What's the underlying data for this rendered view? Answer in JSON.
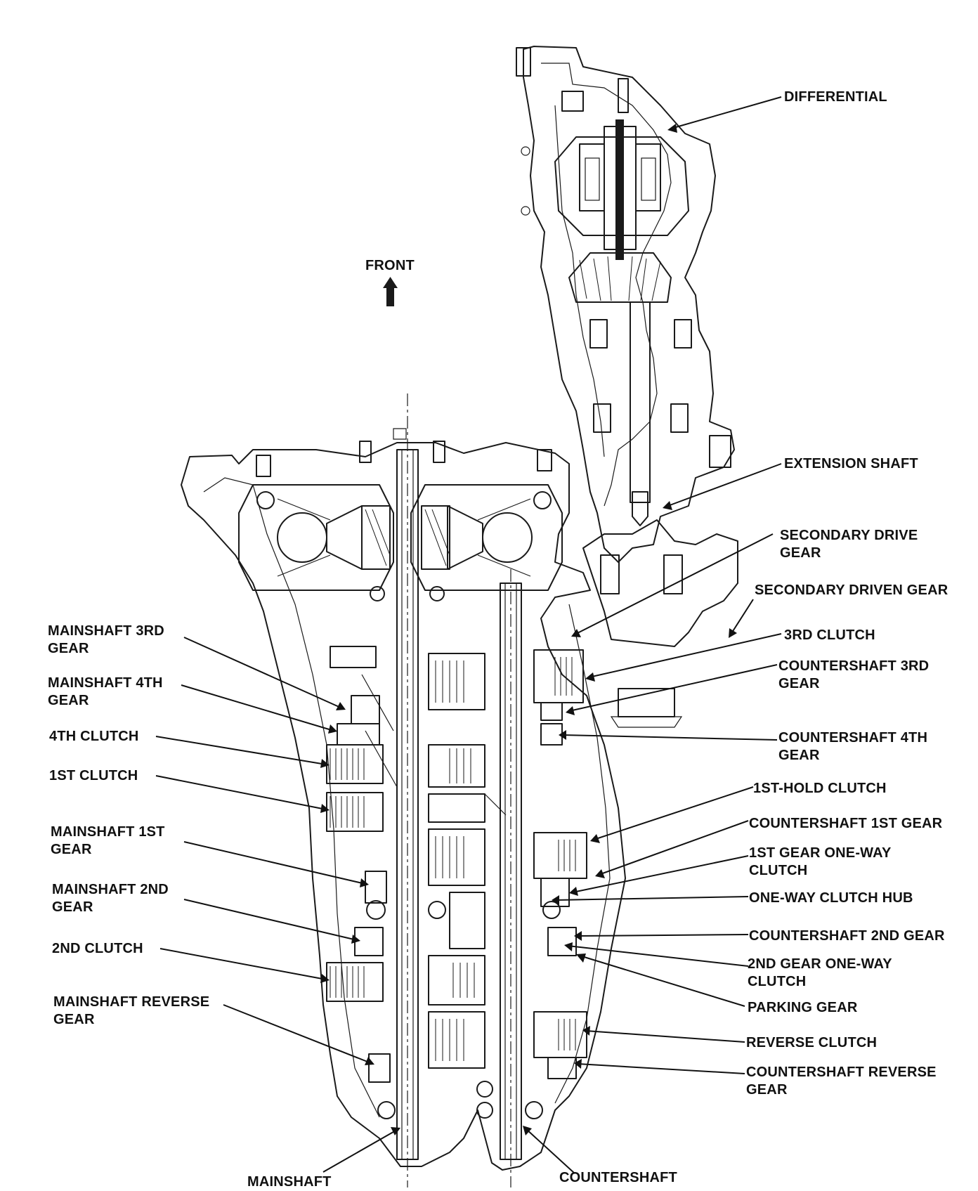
{
  "front_label": "FRONT",
  "labels": {
    "differential": [
      "DIFFERENTIAL"
    ],
    "extension_shaft": [
      "EXTENSION SHAFT"
    ],
    "secondary_drive_gear": [
      "SECONDARY DRIVE",
      "GEAR"
    ],
    "secondary_driven_gear": [
      "SECONDARY DRIVEN GEAR"
    ],
    "third_clutch": [
      "3RD CLUTCH"
    ],
    "countershaft_3rd_gear": [
      "COUNTERSHAFT 3RD",
      "GEAR"
    ],
    "countershaft_4th_gear": [
      "COUNTERSHAFT 4TH",
      "GEAR"
    ],
    "first_hold_clutch": [
      "1ST-HOLD CLUTCH"
    ],
    "countershaft_1st_gear": [
      "COUNTERSHAFT 1ST GEAR"
    ],
    "first_gear_one_way_clutch": [
      "1ST GEAR ONE-WAY",
      "CLUTCH"
    ],
    "one_way_clutch_hub": [
      "ONE-WAY CLUTCH HUB"
    ],
    "countershaft_2nd_gear": [
      "COUNTERSHAFT 2ND GEAR"
    ],
    "second_gear_one_way_clutch": [
      "2ND GEAR ONE-WAY",
      "CLUTCH"
    ],
    "parking_gear": [
      "PARKING GEAR"
    ],
    "reverse_clutch": [
      "REVERSE CLUTCH"
    ],
    "countershaft_reverse_gear": [
      "COUNTERSHAFT REVERSE",
      "GEAR"
    ],
    "mainshaft_3rd_gear": [
      "MAINSHAFT 3RD",
      "GEAR"
    ],
    "mainshaft_4th_gear": [
      "MAINSHAFT 4TH",
      "GEAR"
    ],
    "fourth_clutch": [
      "4TH CLUTCH"
    ],
    "first_clutch": [
      "1ST CLUTCH"
    ],
    "mainshaft_1st_gear": [
      "MAINSHAFT 1ST",
      "GEAR"
    ],
    "mainshaft_2nd_gear": [
      "MAINSHAFT 2ND",
      "GEAR"
    ],
    "second_clutch": [
      "2ND CLUTCH"
    ],
    "mainshaft_reverse_gear": [
      "MAINSHAFT REVERSE",
      "GEAR"
    ],
    "mainshaft": [
      "MAINSHAFT"
    ],
    "countershaft": [
      "COUNTERSHAFT"
    ]
  }
}
